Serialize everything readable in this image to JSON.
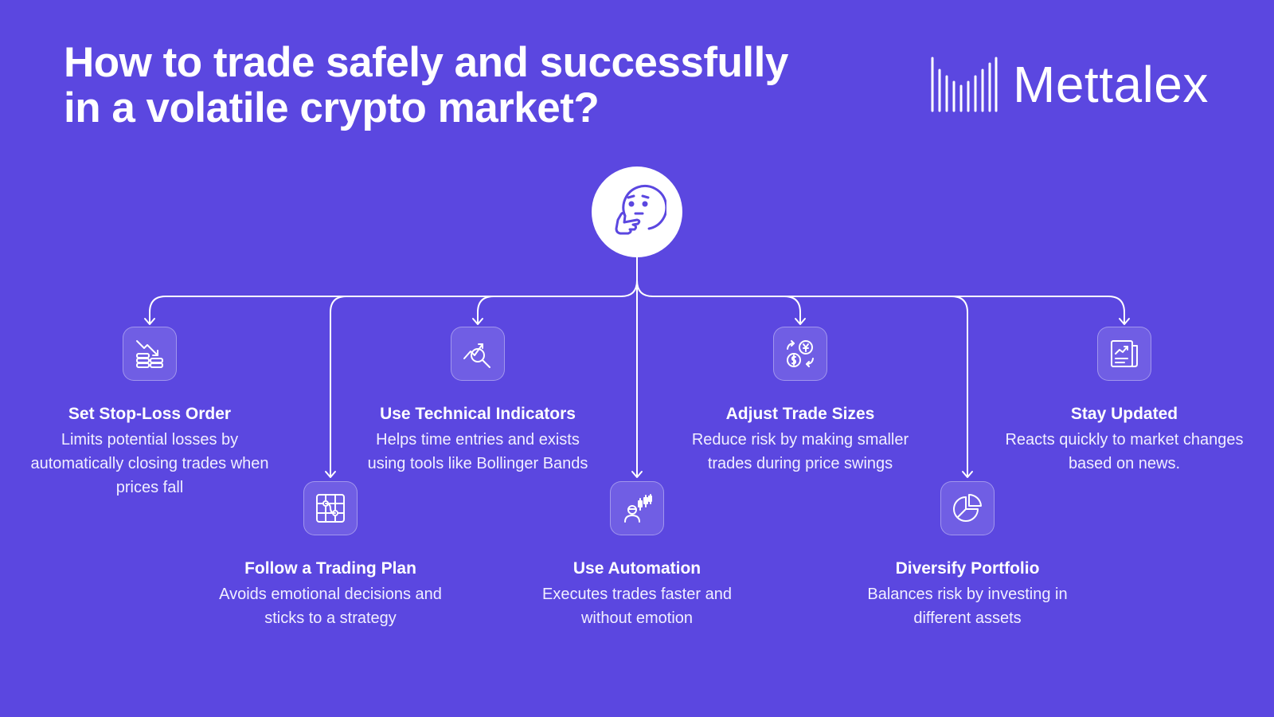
{
  "header": {
    "title_line1": "How to trade safely and successfully",
    "title_line2": "in a volatile crypto market?"
  },
  "brand": {
    "name": "Mettalex",
    "logo_icon": "barcode-logo-icon"
  },
  "colors": {
    "background": "#5b47e0",
    "text": "#ffffff"
  },
  "center": {
    "icon": "thinking-face-icon"
  },
  "tips": [
    {
      "title": "Set Stop-Loss Order",
      "desc": "Limits potential losses by automatically closing trades when prices fall",
      "icon": "falling-coins-icon"
    },
    {
      "title": "Follow a Trading Plan",
      "desc": "Avoids emotional decisions and sticks to a strategy",
      "icon": "plan-grid-icon"
    },
    {
      "title": "Use Technical Indicators",
      "desc": "Helps time entries and exists using tools like Bollinger Bands",
      "icon": "chart-magnifier-icon"
    },
    {
      "title": "Use Automation",
      "desc": "Executes trades faster and without emotion",
      "icon": "trader-candles-icon"
    },
    {
      "title": "Adjust Trade Sizes",
      "desc": "Reduce risk by making smaller trades during price swings",
      "icon": "currency-exchange-icon"
    },
    {
      "title": "Diversify Portfolio",
      "desc": "Balances risk by investing in different assets",
      "icon": "pie-chart-icon"
    },
    {
      "title": "Stay Updated",
      "desc": "Reacts quickly to market changes based on news.",
      "icon": "news-report-icon"
    }
  ]
}
